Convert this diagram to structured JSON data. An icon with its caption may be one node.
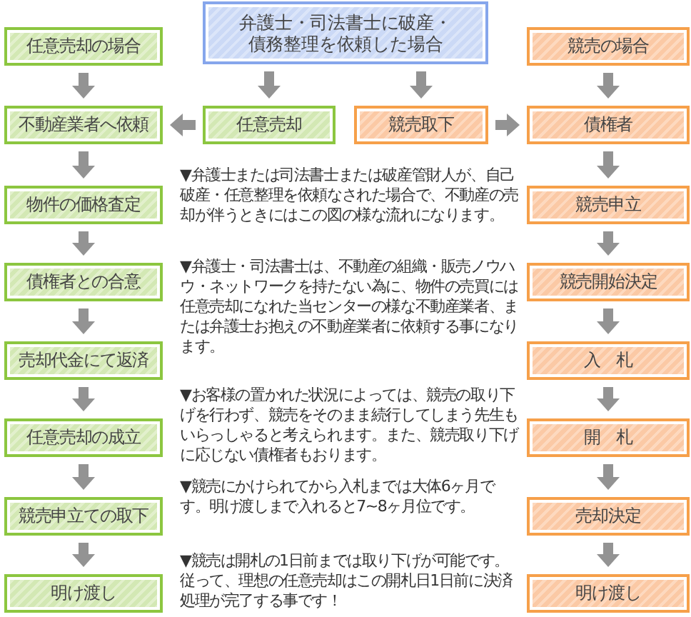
{
  "diagram": {
    "nodes": [
      {
        "text": [
          "任意売却の場合"
        ]
      },
      {
        "text": [
          "弁護士・司法書士に破産・債務整理を依頼した場合"
        ]
      },
      {
        "text": [
          "競売の場合"
        ]
      },
      {
        "text": [
          "不動産業者へ依頼"
        ]
      },
      {
        "text": [
          "任意売却"
        ]
      },
      {
        "text": [
          "競売取下"
        ]
      },
      {
        "text": [
          "債権者"
        ]
      },
      {
        "text": [
          "物件の価格査定"
        ]
      },
      {
        "text": [
          "競売申立"
        ]
      },
      {
        "text": [
          "債権者との合意"
        ]
      },
      {
        "text": [
          "競売開始決定"
        ]
      },
      {
        "text": [
          "売却代金にて返済"
        ]
      },
      {
        "text": [
          "入　札"
        ]
      },
      {
        "text": [
          "任意売却の成立"
        ]
      },
      {
        "text": [
          "開　札"
        ]
      },
      {
        "text": [
          "競売申立ての取下"
        ]
      },
      {
        "text": [
          "売却決定"
        ]
      },
      {
        "text": [
          "明け渡し"
        ]
      },
      {
        "text": [
          "明け渡し"
        ]
      }
    ],
    "edges": [
      {
        "from": 0,
        "to": 3,
        "arrow": "to"
      },
      {
        "from": 1,
        "to": 4,
        "arrow": "to"
      },
      {
        "from": 1,
        "to": 5,
        "arrow": "to"
      },
      {
        "from": 2,
        "to": 6,
        "arrow": "to"
      },
      {
        "from": 4,
        "to": 3,
        "arrow": "to"
      },
      {
        "from": 5,
        "to": 6,
        "arrow": "to"
      },
      {
        "from": 3,
        "to": 7,
        "arrow": "to"
      },
      {
        "from": 7,
        "to": 9,
        "arrow": "to"
      },
      {
        "from": 9,
        "to": 11,
        "arrow": "to"
      },
      {
        "from": 11,
        "to": 13,
        "arrow": "to"
      },
      {
        "from": 13,
        "to": 15,
        "arrow": "to"
      },
      {
        "from": 15,
        "to": 17,
        "arrow": "to"
      },
      {
        "from": 6,
        "to": 8,
        "arrow": "to"
      },
      {
        "from": 8,
        "to": 10,
        "arrow": "to"
      },
      {
        "from": 10,
        "to": 12,
        "arrow": "to"
      },
      {
        "from": 12,
        "to": 14,
        "arrow": "to"
      },
      {
        "from": 14,
        "to": 16,
        "arrow": "to"
      },
      {
        "from": 16,
        "to": 18,
        "arrow": "to"
      }
    ],
    "labels": [
      "▼弁護士または司法書士または破産管財人が、自己破産・任意整理を依頼なされた場合で、不動産の売却が伴うときにはこの図の様な流れになります。",
      "▼弁護士・司法書士は、不動産の組織・販売ノウハウ・ネットワークを持たない為に、物件の売買には任意売却になれた当センターの様な不動産業者、または弁護士お抱えの不動産業者に依頼する事になります。",
      "▼お客様の置かれた状況によっては、競売の取り下げを行わず、競売をそのまま続行してしまう先生もいらっしゃると考えられます。また、競売取り下げに応じない債権者もおります。",
      "▼競売にかけられてから入札までは大体6ヶ月です。明け渡しまで入れると7~8ヶ月位です。",
      "▼競売は開札の1日前までは取り下げが可能です。従って、理想の任意売却はこの開札日1日前に決済処理が完了する事です！"
    ]
  }
}
